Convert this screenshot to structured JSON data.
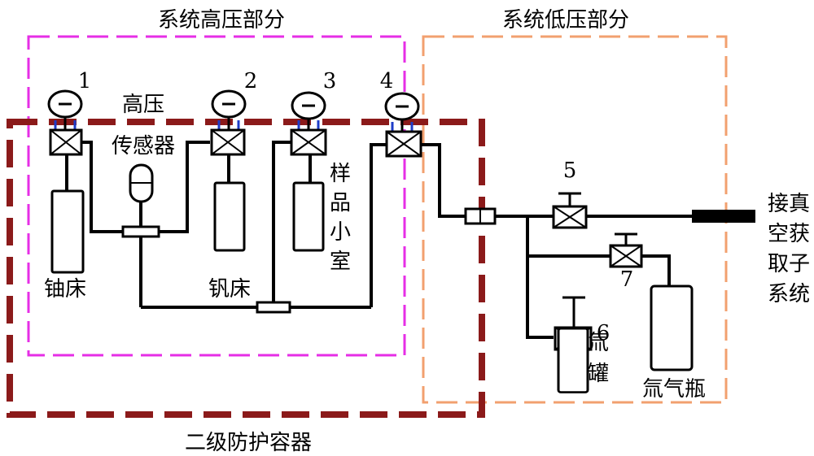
{
  "regions": {
    "high_pressure": "系统高压部分",
    "low_pressure": "系统低压部分",
    "secondary_containment": "二级防护容器"
  },
  "components": {
    "pressure_sensor_line1": "高压",
    "pressure_sensor_line2": "传感器",
    "uranium_bed": "铀床",
    "vanadium_bed": "钒床",
    "sample_chamber": [
      "样",
      "品",
      "小",
      "室"
    ],
    "vacuum_system": [
      "接真",
      "空获",
      "取子",
      "系统"
    ],
    "tritium_tank": [
      "氚",
      "罐"
    ],
    "tritium_bottle": "氚气瓶"
  },
  "valve_numbers": [
    "1",
    "2",
    "3",
    "4",
    "5",
    "6",
    "7"
  ],
  "colors": {
    "high_pressure_boundary": "#e62ee6",
    "low_pressure_boundary": "#f2a06f",
    "containment_boundary": "#8b1a1a",
    "pipe": "#000000"
  }
}
